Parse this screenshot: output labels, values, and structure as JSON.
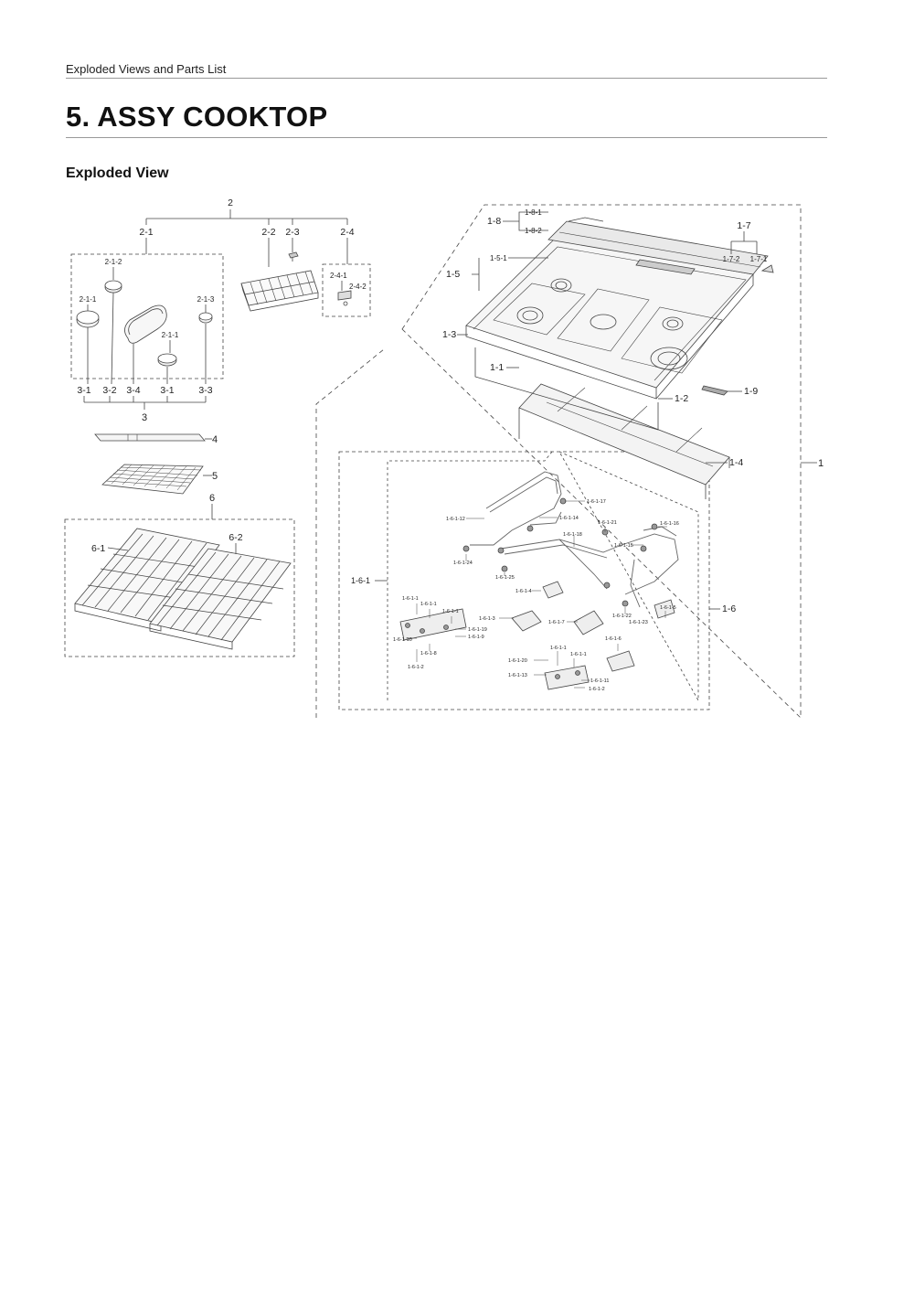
{
  "header": {
    "section_text": "Exploded Views and Parts List"
  },
  "page": {
    "title": "5.  ASSY COOKTOP",
    "subtitle": "Exploded View"
  },
  "callouts": {
    "c2": "2",
    "c2_1": "2-1",
    "c2_2": "2-2",
    "c2_3": "2-3",
    "c2_4": "2-4",
    "c2_1_1": "2-1-1",
    "c2_1_2": "2-1-2",
    "c2_1_3": "2-1-3",
    "c2_1_1b": "2-1-1",
    "c2_4_1": "2-4-1",
    "c2_4_2": "2-4-2",
    "c3_1a": "3-1",
    "c3_2": "3-2",
    "c3_4": "3-4",
    "c3_1b": "3-1",
    "c3_3": "3-3",
    "c3": "3",
    "c4": "4",
    "c5": "5",
    "c6": "6",
    "c6_1": "6-1",
    "c6_2": "6-2",
    "c1": "1",
    "c1_1": "1-1",
    "c1_2": "1-2",
    "c1_3": "1-3",
    "c1_4": "1-4",
    "c1_5": "1-5",
    "c1_5_1": "1-5-1",
    "c1_6": "1-6",
    "c1_7": "1-7",
    "c1_7_1": "1-7-1",
    "c1_7_2": "1-7-2",
    "c1_8": "1-8",
    "c1_8_1": "1-8-1",
    "c1_8_2": "1-8-2",
    "c1_9": "1-9",
    "c1_6_1": "1-6-1",
    "c1_6_1_1a": "1-6-1-1",
    "c1_6_1_1b": "1-6-1-1",
    "c1_6_1_1c": "1-6-1-1",
    "c1_6_1_1d": "1-6-1-1",
    "c1_6_1_1e": "1-6-1-1",
    "c1_6_1_2a": "1-6-1-2",
    "c1_6_1_2b": "1-6-1-2",
    "c1_6_1_3": "1-6-1-3",
    "c1_6_1_4": "1-6-1-4",
    "c1_6_1_5": "1-6-1-5",
    "c1_6_1_6": "1-6-1-6",
    "c1_6_1_7": "1-6-1-7",
    "c1_6_1_8a": "1-6-1-8",
    "c1_6_1_8b": "1-6-1-8",
    "c1_6_1_9": "1-6-1-9",
    "c1_6_1_10": "1-6-1-10",
    "c1_6_1_11": "1-6-1-11",
    "c1_6_1_12": "1-6-1-12",
    "c1_6_1_13": "1-6-1-13",
    "c1_6_1_14": "1-6-1-14",
    "c1_6_1_15": "1-6-1-15",
    "c1_6_1_16": "1-6-1-16",
    "c1_6_1_17": "1-6-1-17",
    "c1_6_1_18": "1-6-1-18",
    "c1_6_1_19": "1-6-1-19",
    "c1_6_1_20": "1-6-1-20",
    "c1_6_1_21": "1-6-1-21",
    "c1_6_1_22": "1-6-1-22",
    "c1_6_1_23": "1-6-1-23",
    "c1_6_1_24": "1-6-1-24",
    "c1_6_1_25": "1-6-1-25"
  }
}
